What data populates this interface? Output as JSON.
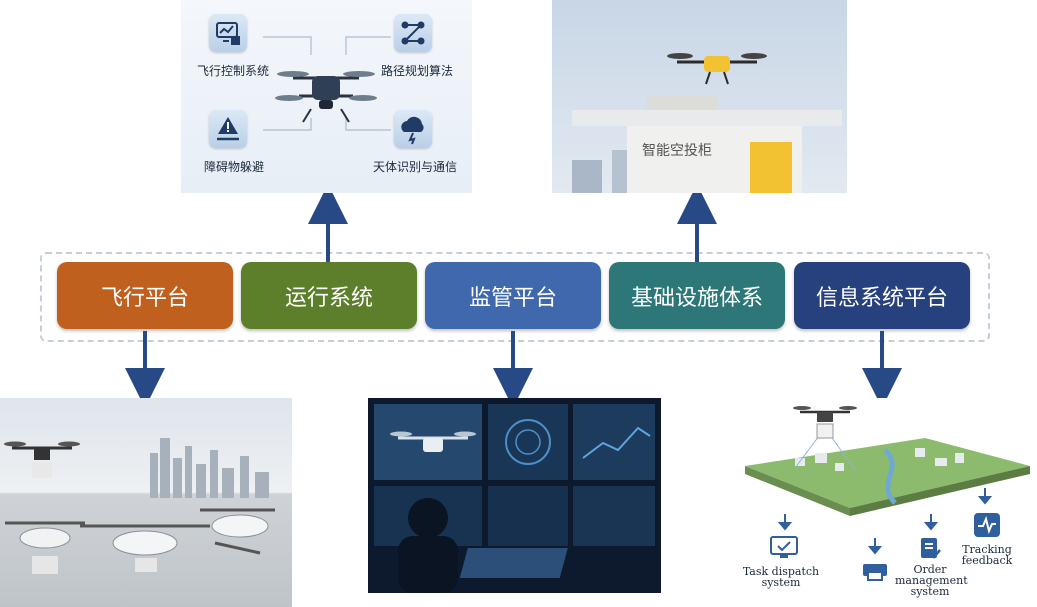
{
  "nodes": [
    {
      "label": "飞行平台",
      "color": "#c0601f"
    },
    {
      "label": "运行系统",
      "color": "#5d7f2c"
    },
    {
      "label": "监管平台",
      "color": "#3f68ad"
    },
    {
      "label": "基础设施体系",
      "color": "#2d7778"
    },
    {
      "label": "信息系统平台",
      "color": "#26417e"
    }
  ],
  "operation_panel": {
    "items": [
      {
        "label": "飞行控制系统",
        "icon": "monitor-chip-icon"
      },
      {
        "label": "路径规划算法",
        "icon": "route-nodes-icon"
      },
      {
        "label": "障碍物躲避",
        "icon": "warning-plane-icon"
      },
      {
        "label": "天体识别与通信",
        "icon": "storm-cloud-icon"
      }
    ]
  },
  "infrastructure_panel": {
    "cabinet_text": "智能空投柜"
  },
  "info_panel": {
    "labels": {
      "task_dispatch": "Task dispatch\nsystem",
      "order_management": "Order\nmanagement\nsystem",
      "tracking_feedback": "Tracking\nfeedback"
    }
  },
  "colors": {
    "arrow": "#274a86",
    "band_border": "#c5cfdc"
  }
}
